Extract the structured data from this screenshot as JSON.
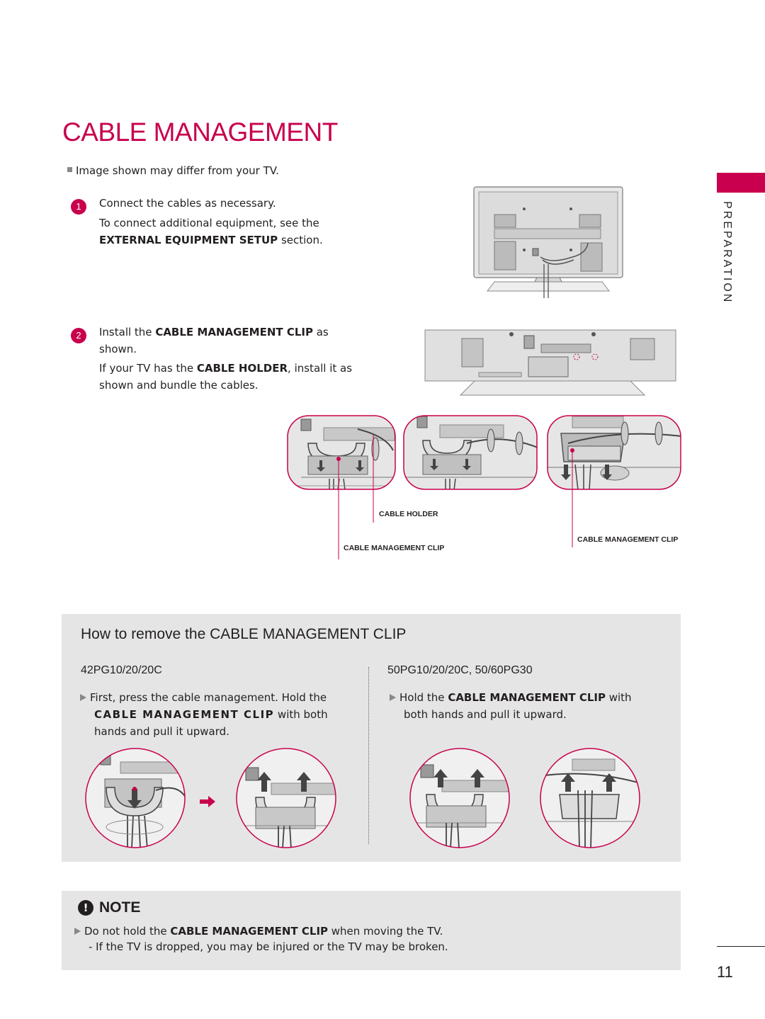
{
  "page": {
    "title": "CABLE MANAGEMENT",
    "section_tab": "PREPARATION",
    "page_number": "11",
    "accent_color": "#c8004d"
  },
  "intro": {
    "note": "Image shown may differ from your TV."
  },
  "steps": [
    {
      "number": "1",
      "line1": "Connect the cables as necessary.",
      "line2": "To connect additional equipment, see the",
      "line3_bold": "EXTERNAL EQUIPMENT SETUP",
      "line3_rest": " section."
    },
    {
      "number": "2",
      "line1_pre": "Install the ",
      "line1_bold": "CABLE MANAGEMENT CLIP",
      "line1_post": " as",
      "line2": "shown.",
      "line3_pre": "If your TV has the ",
      "line3_bold": "CABLE HOLDER",
      "line3_post": ", install it as",
      "line4": "shown and bundle the cables."
    }
  ],
  "callouts": {
    "cable_holder": "CABLE HOLDER",
    "clip_left": "CABLE MANAGEMENT CLIP",
    "clip_right": "CABLE MANAGEMENT CLIP"
  },
  "remove": {
    "title": "How to remove the CABLE MANAGEMENT CLIP",
    "left": {
      "model": "42PG10/20/20C",
      "line1": "First, press the cable management. Hold the",
      "line2_bold": "CABLE MANAGEMENT CLIP",
      "line2_rest": " with both",
      "line3": "hands and pull it upward."
    },
    "right": {
      "model": "50PG10/20/20C, 50/60PG30",
      "line1_pre": "Hold the ",
      "line1_bold": "CABLE MANAGEMENT CLIP",
      "line1_post": " with",
      "line2": "both hands and pull it upward."
    }
  },
  "note": {
    "label": "NOTE",
    "icon": "!",
    "line1_pre": "Do not hold the ",
    "line1_bold": "CABLE MANAGEMENT CLIP",
    "line1_post": " when moving the TV.",
    "line2": "- If the TV is dropped, you may be injured or the TV may be broken."
  }
}
